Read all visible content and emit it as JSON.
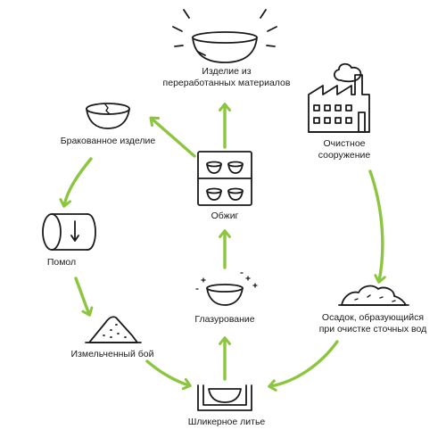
{
  "colors": {
    "arrow": "#8cc63f",
    "ink": "#1a1a1a",
    "background": "#ffffff"
  },
  "nodes": {
    "recycled": {
      "line1": "Изделие из",
      "line2": "переработанных материалов",
      "icon": "glowing-bowl-icon"
    },
    "treatment": {
      "line1": "Очистное",
      "line2": "сооружение",
      "icon": "factory-icon"
    },
    "sediment": {
      "line1": "Осадок, образующийся",
      "line2": "при очистке сточных вод",
      "icon": "sediment-pile-icon"
    },
    "casting": {
      "label": "Шликерное литье",
      "icon": "casting-mold-icon"
    },
    "glazing": {
      "label": "Глазурование",
      "icon": "sparkling-bowl-icon"
    },
    "firing": {
      "label": "Обжиг",
      "icon": "kiln-icon"
    },
    "crushed": {
      "label": "Измельченный бой",
      "icon": "crushed-pile-icon"
    },
    "milling": {
      "label": "Помол",
      "icon": "mill-drum-icon"
    },
    "defective": {
      "label": "Бракованное изделие",
      "icon": "cracked-bowl-icon"
    }
  }
}
